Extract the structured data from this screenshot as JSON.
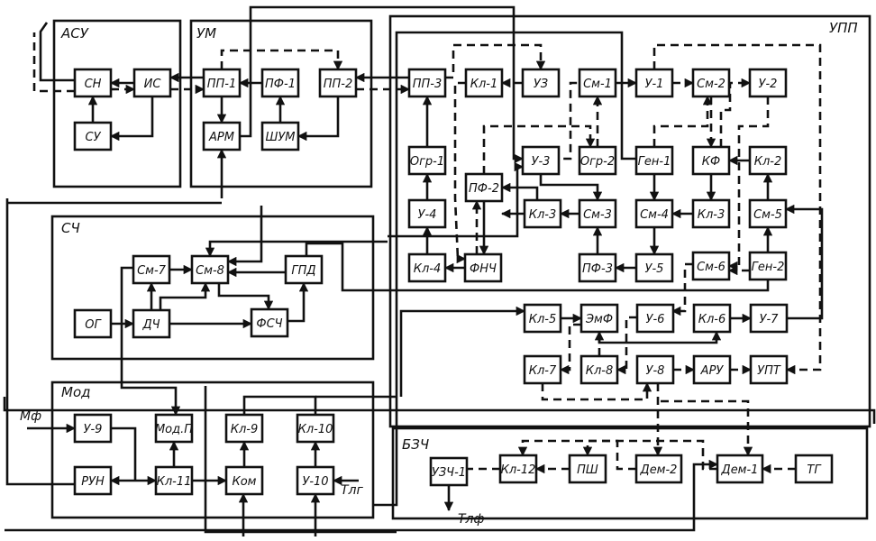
{
  "groups": {
    "asu": "АСУ",
    "um": "УМ",
    "upp": "УПП",
    "sch": "СЧ",
    "mod": "Мод",
    "bzch": "БЗЧ"
  },
  "blocks": {
    "sn": "СН",
    "is": "ИС",
    "su": "СУ",
    "pp1": "ПП-1",
    "pf1": "ПФ-1",
    "pp2": "ПП-2",
    "arm": "АРМ",
    "shum": "ШУМ",
    "pp3": "ПП-3",
    "kl1": "Кл-1",
    "uz": "УЗ",
    "sm1": "См-1",
    "u1": "У-1",
    "sm2": "См-2",
    "u2": "У-2",
    "ogr1": "Огр-1",
    "u3": "У-3",
    "ogr2": "Огр-2",
    "gen1": "Ген-1",
    "kf": "КФ",
    "kl2": "Кл-2",
    "pf2": "ПФ-2",
    "u4": "У-4",
    "kl3a": "Кл-3",
    "sm3": "См-3",
    "sm4": "См-4",
    "kl3b": "Кл-3",
    "sm5": "См-5",
    "kl4": "Кл-4",
    "fnch": "ФНЧ",
    "pf3": "ПФ-3",
    "u5": "У-5",
    "sm6": "См-6",
    "gen2": "Ген-2",
    "kl5": "Кл-5",
    "emf": "ЭмФ",
    "u6": "У-6",
    "kl6": "Кл-6",
    "u7": "У-7",
    "kl7": "Кл-7",
    "kl8": "Кл-8",
    "u8": "У-8",
    "aru": "АРУ",
    "upt": "УПТ",
    "sm7": "См-7",
    "sm8": "См-8",
    "gpd": "ГПД",
    "og": "ОГ",
    "dch": "ДЧ",
    "fsch": "ФСЧ",
    "u9": "У-9",
    "modp": "Мод.П",
    "kl9": "Кл-9",
    "kl10": "Кл-10",
    "run": "РУН",
    "kl11": "Кл-11",
    "kom": "Ком",
    "u10": "У-10",
    "uzch1": "УЗЧ-1",
    "kl12": "Кл-12",
    "psh": "ПШ",
    "dem2": "Дем-2",
    "dem1": "Дем-1",
    "tg": "ТГ"
  },
  "signals": {
    "mf": "Мф",
    "tlg": "Тлг",
    "tlf": "Тлф"
  }
}
